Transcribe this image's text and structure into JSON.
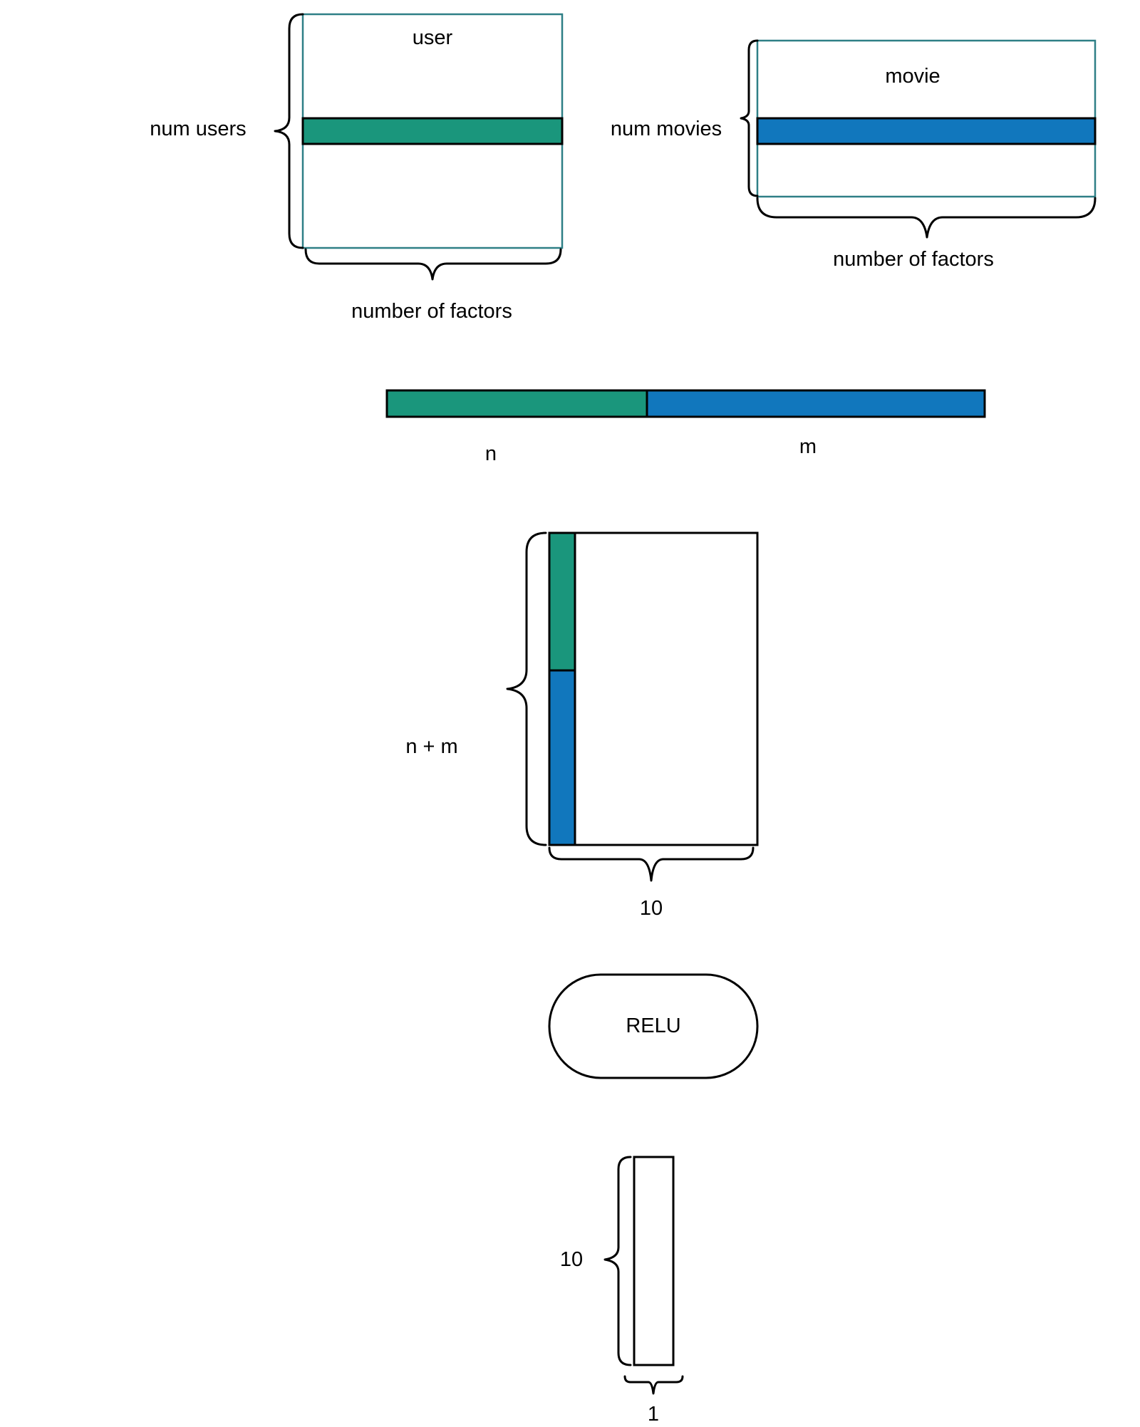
{
  "colors": {
    "user_green": "#1a967c",
    "movie_blue": "#1177bd",
    "frame_teal": "#2e7f86",
    "stroke": "#000000",
    "background": "#ffffff"
  },
  "user_matrix": {
    "title": "user",
    "rows_label": "num users",
    "cols_label": "number of factors"
  },
  "movie_matrix": {
    "title": "movie",
    "rows_label": "num movies",
    "cols_label": "number of factors"
  },
  "concat_vector": {
    "left_label": "n",
    "right_label": "m"
  },
  "dense_layer": {
    "rows_label": "n + m",
    "cols_label": "10"
  },
  "activation": {
    "label": "RELU"
  },
  "output_layer": {
    "rows_label": "10",
    "cols_label": "1"
  }
}
